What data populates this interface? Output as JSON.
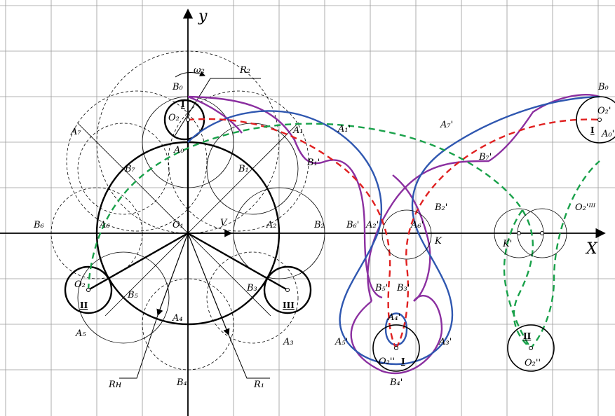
{
  "axes": {
    "x_label": "X",
    "y_label": "y"
  },
  "labels": {
    "omega2": "ω₂",
    "R2": "R₂",
    "RH": "Rн",
    "R1": "R₁",
    "V": "V",
    "O1": "O₁",
    "O2_top": "O₂",
    "O2_left": "O₂",
    "A0": "A₀",
    "A1": "A₁",
    "A2": "A₂",
    "A3": "A₃",
    "A4": "A₄",
    "A5": "A₅",
    "A6": "A₆",
    "A7": "A₇",
    "B0": "B₀",
    "B1": "B₁",
    "B2": "B₂",
    "B3": "B₃",
    "B4": "B₄",
    "B5": "B₅",
    "B6": "B₆",
    "B7": "B₇",
    "A1p": "A₁'",
    "A2p": "A₂'",
    "A3p": "A₃'",
    "A4p": "A₄'",
    "A5p": "A₅'",
    "A6p": "A₆'",
    "A7p": "A₇'",
    "A0p": "A₀'",
    "B0p": "B₀",
    "B1p": "B₁'",
    "B2p": "B₂'",
    "B3p": "B₃'",
    "B4p": "B₄'",
    "B5p": "B₅'",
    "B6p": "B₆'",
    "B7p": "B₇'",
    "K": "K",
    "Kp": "K'",
    "O2p_right": "O₂'",
    "O2pIII": "O₂'ᴵᴵᴵ",
    "O2pp_mid": "O₂''",
    "O2pp_right": "O₂''",
    "rom_I_top": "I",
    "rom_II_left": "II",
    "rom_III": "III",
    "rom_I_right": "I",
    "rom_I_mid": "I",
    "rom_II_right": "II"
  },
  "colors": {
    "grid": "#9a9a9a",
    "purple": "#8b2fa0",
    "blue": "#2f57b0",
    "red": "#e02020",
    "green": "#19a14a",
    "black": "#000000"
  }
}
